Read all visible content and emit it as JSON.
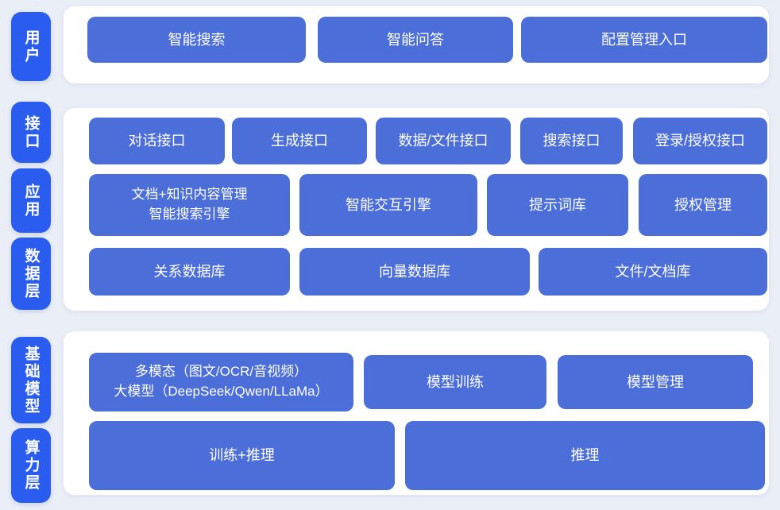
{
  "colors": {
    "background": "#eaeef7",
    "panel": "#ffffff",
    "layer_pill": "#2a5cf0",
    "block": "#4c6ed8",
    "text": "#ffffff"
  },
  "side_labels": [
    "用户",
    "接口",
    "应用",
    "数据层",
    "基础模型",
    "算力层"
  ],
  "blocks": {
    "user": [
      "智能搜索",
      "智能问答",
      "配置管理入口"
    ],
    "interface": [
      "对话接口",
      "生成接口",
      "数据/文件接口",
      "搜索接口",
      "登录/授权接口"
    ],
    "application": [
      "文档+知识内容管理\n智能搜索引擎",
      "智能交互引擎",
      "提示词库",
      "授权管理"
    ],
    "data": [
      "关系数据库",
      "向量数据库",
      "文件/文档库"
    ],
    "model": [
      "多模态（图文/OCR/音视频）\n大模型（DeepSeek/Qwen/LLaMa）",
      "模型训练",
      "模型管理"
    ],
    "compute": [
      "训练+推理",
      "推理"
    ]
  }
}
